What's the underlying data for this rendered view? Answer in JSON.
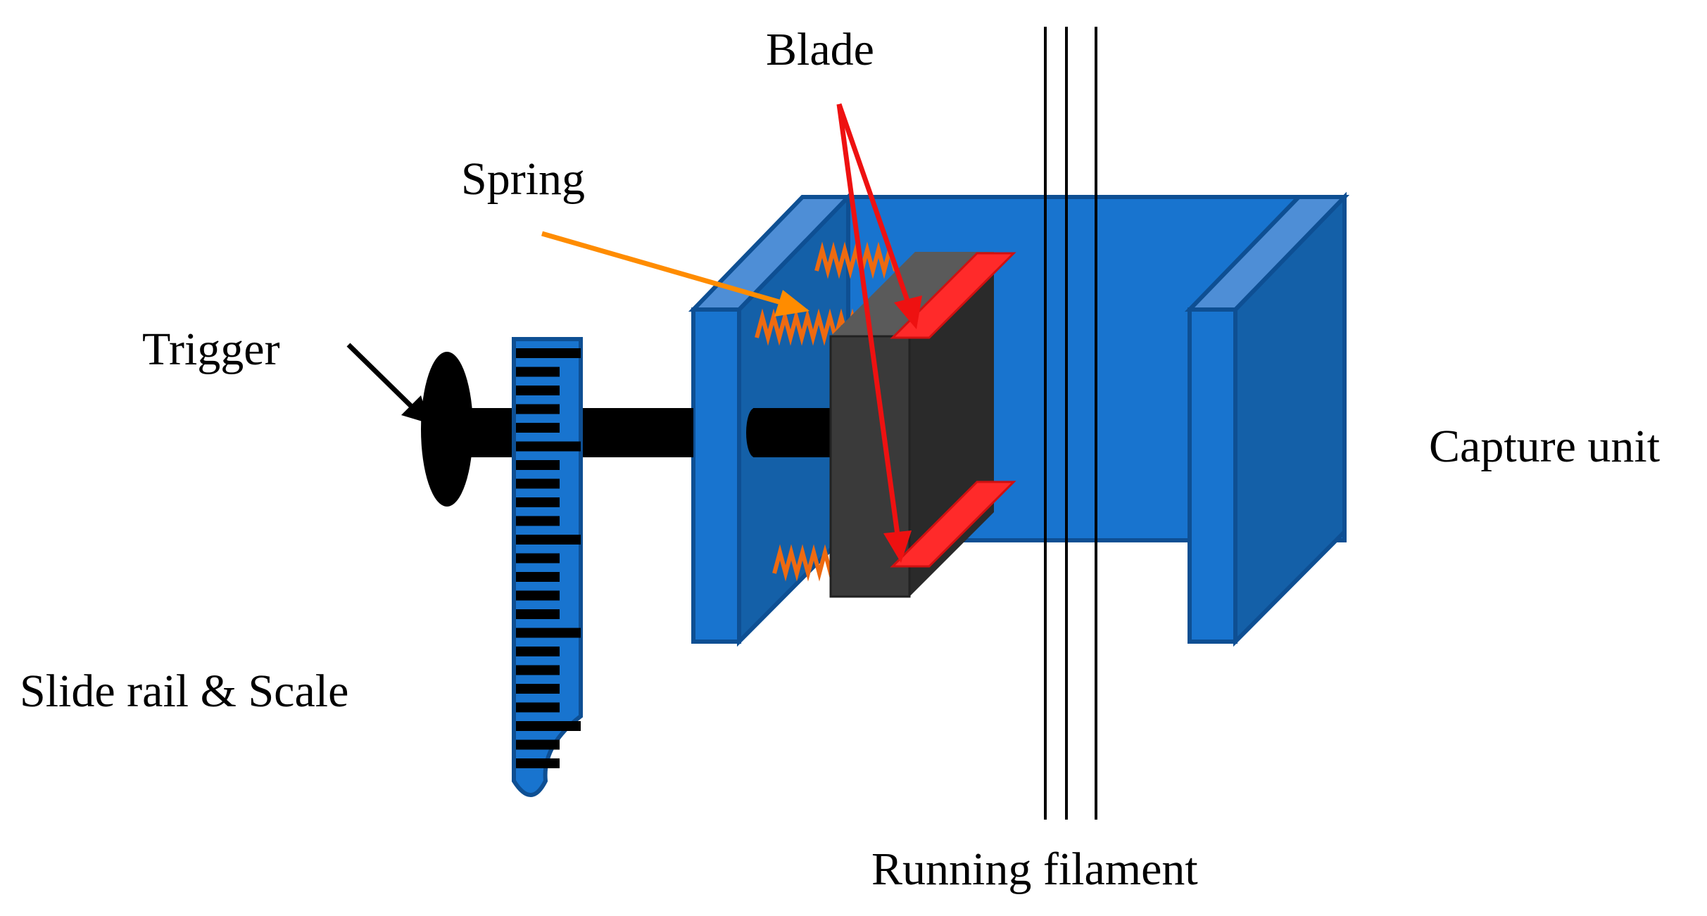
{
  "labels": {
    "blade": "Blade",
    "spring": "Spring",
    "trigger": "Trigger",
    "capture_unit": "Capture unit",
    "slide_rail_scale": "Slide rail & Scale",
    "running_filament": "Running filament"
  },
  "colors": {
    "unit_front": "#1874CF",
    "unit_side": "#1460A8",
    "unit_top": "#4E8ED6",
    "unit_edge": "#0E4F93",
    "blade": "#FF2A2A",
    "blade_arrow": "#EE1111",
    "spring": "#EE6A10",
    "spring_arrow": "#FF8C00",
    "block_front": "#3A3A3A",
    "block_top": "#5A5A5A",
    "block_side": "#2A2A2A",
    "rod": "#000000",
    "filament": "#000000"
  },
  "icons": {
    "trigger": "trigger-knob-icon",
    "spring": "coil-spring-icon",
    "blade": "blade-icon"
  }
}
